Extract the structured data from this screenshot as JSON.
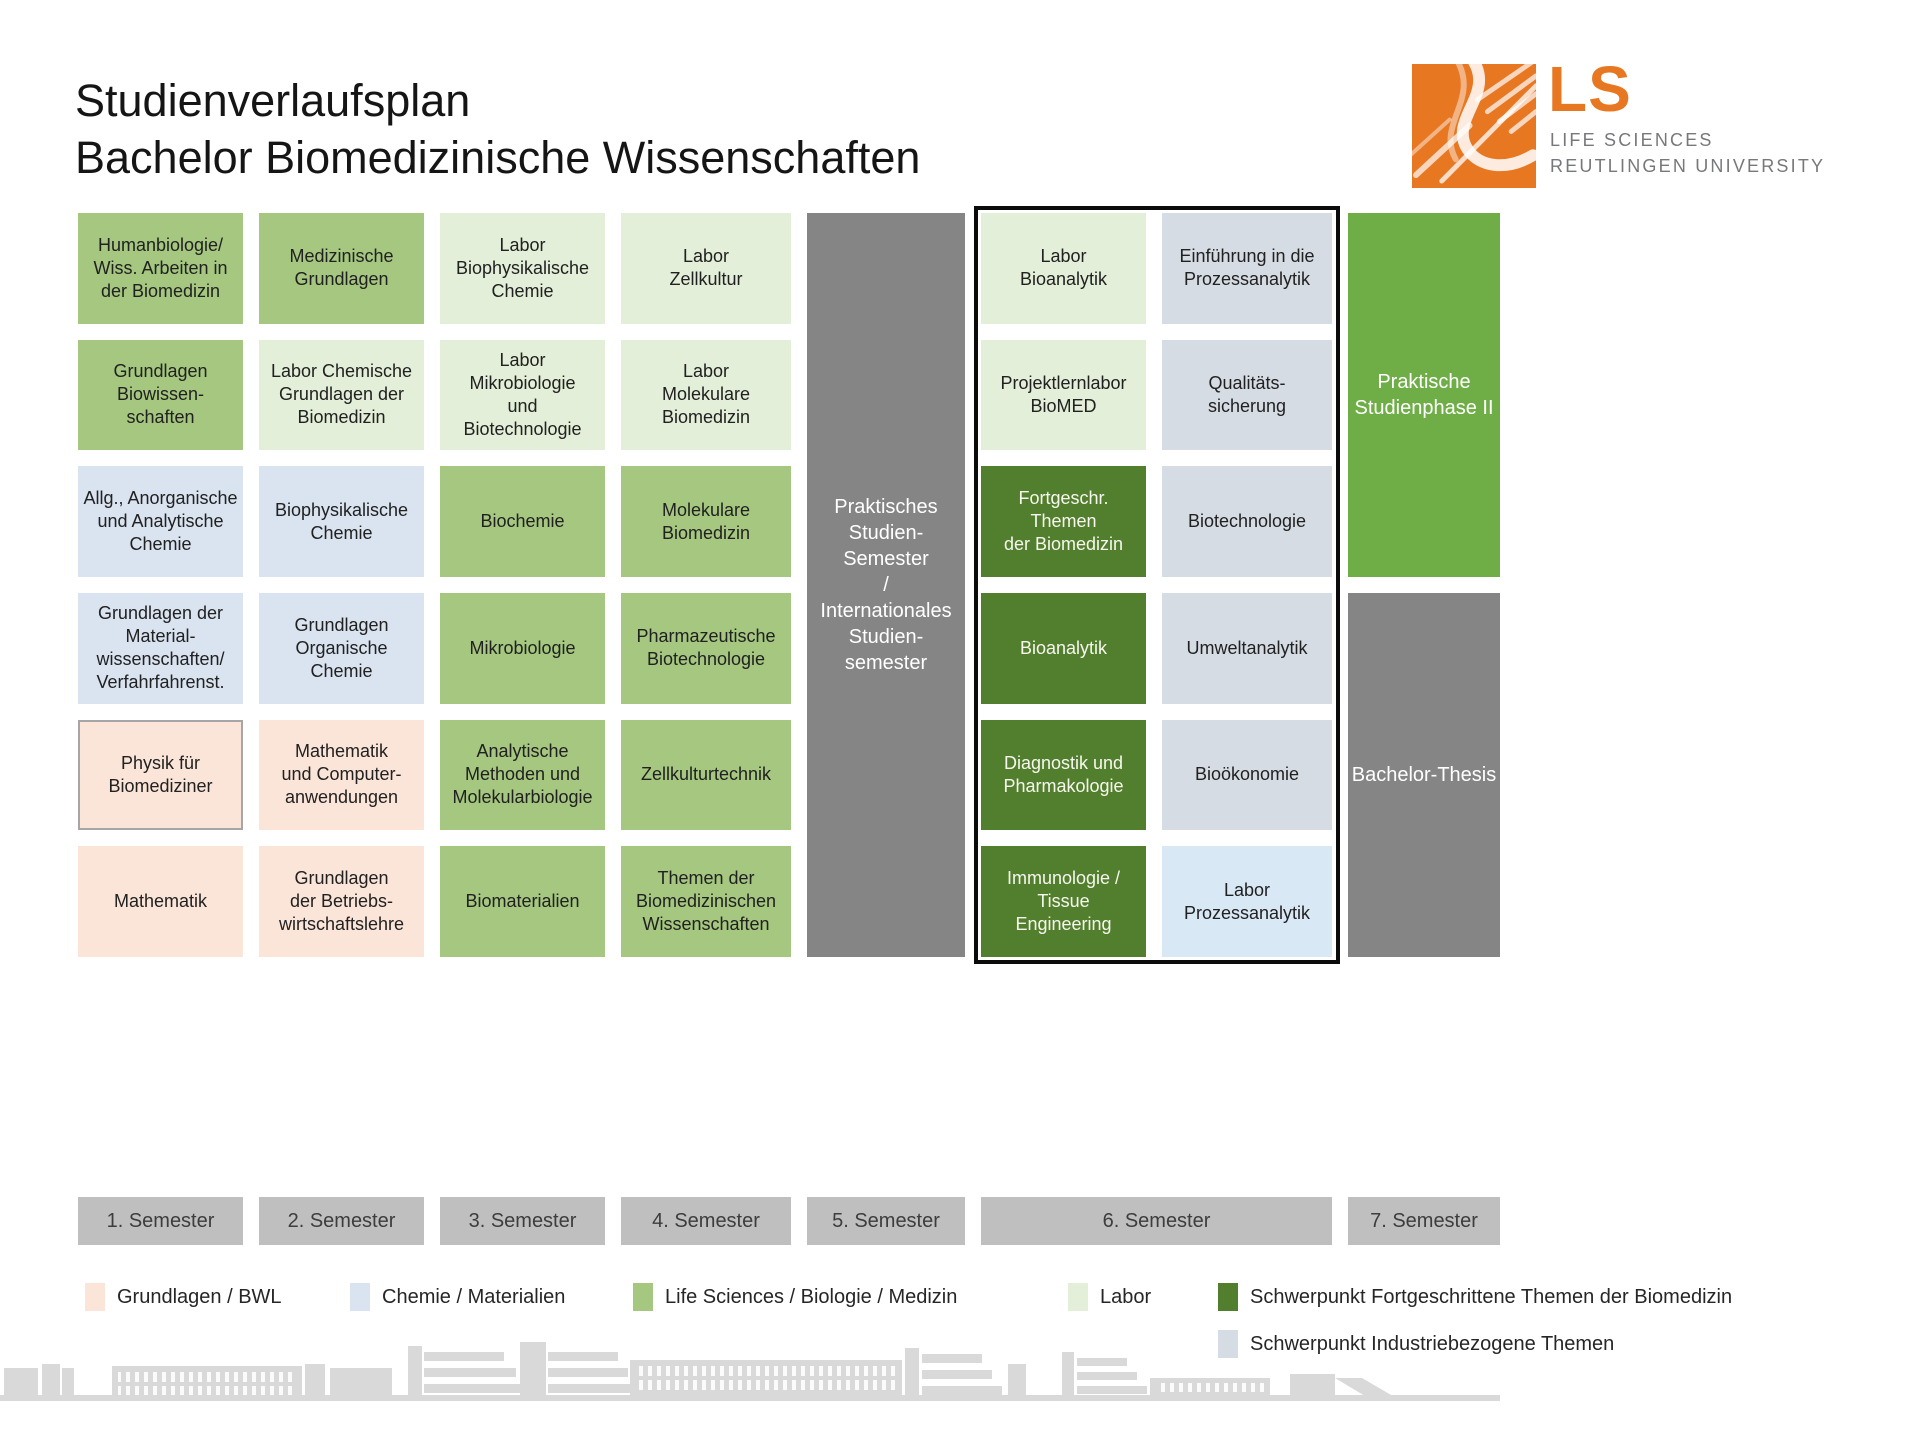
{
  "title": {
    "line1": "Studienverlaufsplan",
    "line2": "Bachelor Biomedizinische Wissenschaften"
  },
  "logo": {
    "abbr": "LS",
    "line1": "LIFE SCIENCES",
    "line2": "REUTLINGEN UNIVERSITY"
  },
  "palette": {
    "grundlagen_bwl": "#fbe5d8",
    "chemie_materialien": "#dae3f0",
    "life_sciences_gruen": "#a5c77f",
    "labor_hellgruen": "#e3efd8",
    "schwerpunkt_fortgeschrittene_dunkelgruen": "#527f2d",
    "schwerpunkt_industrie_graublau": "#d6dce4",
    "labor_prozessanalytik_hellblau": "#d9e8f5",
    "praxis_grau": "#858585",
    "praxisphase_gruen": "#6fae47",
    "semester_label_grau": "#bfbfbf",
    "logo_orange": "#e87722"
  },
  "grid": {
    "columns": [
      {
        "boxes": [
          {
            "label": "Humanbiologie/\nWiss. Arbeiten in\nder Biomedizin"
          },
          {
            "label": "Grundlagen\nBiowissen-\nschaften"
          },
          {
            "label": "Allg., Anorganische\nund Analytische\nChemie"
          },
          {
            "label": "Grundlagen der\nMaterial-\nwissenschaften/\nVerfahrfahrenst."
          },
          {
            "label": "Physik für\nBiomediziner"
          },
          {
            "label": "Mathematik"
          }
        ]
      },
      {
        "boxes": [
          {
            "label": "Medizinische\nGrundlagen"
          },
          {
            "label": "Labor Chemische\nGrundlagen der\nBiomedizin"
          },
          {
            "label": "Biophysikalische\nChemie"
          },
          {
            "label": "Grundlagen\nOrganische\nChemie"
          },
          {
            "label": "Mathematik\nund Computer-\nanwendungen"
          },
          {
            "label": "Grundlagen\nder Betriebs-\nwirtschaftslehre"
          }
        ]
      },
      {
        "boxes": [
          {
            "label": "Labor\nBiophysikalische\nChemie"
          },
          {
            "label": "Labor\nMikrobiologie\nund\nBiotechnologie"
          },
          {
            "label": "Biochemie"
          },
          {
            "label": "Mikrobiologie"
          },
          {
            "label": "Analytische\nMethoden und\nMolekularbiologie"
          },
          {
            "label": "Biomaterialien"
          }
        ]
      },
      {
        "boxes": [
          {
            "label": "Labor\nZellkultur"
          },
          {
            "label": "Labor\nMolekulare\nBiomedizin"
          },
          {
            "label": "Molekulare\nBiomedizin"
          },
          {
            "label": "Pharmazeutische\nBiotechnologie"
          },
          {
            "label": "Zellkulturtechnik"
          },
          {
            "label": "Themen der\nBiomedizinischen\nWissenschaften"
          }
        ]
      },
      {
        "boxes": [
          {
            "label": "Praktisches\nStudien-\nSemester\n/\nInternationales\nStudien-\nsemester"
          }
        ]
      },
      {
        "boxes": [
          {
            "label": "Labor\nBioanalytik"
          },
          {
            "label": "Projektlernlabor\nBioMED"
          },
          {
            "label": "Fortgeschr. Themen\nder  Biomedizin"
          },
          {
            "label": "Bioanalytik"
          },
          {
            "label": "Diagnostik und\nPharmakologie"
          },
          {
            "label": "Immunologie /\nTissue\nEngineering"
          }
        ]
      },
      {
        "boxes": [
          {
            "label": "Einführung in die\nProzessanalytik"
          },
          {
            "label": "Qualitäts-\nsicherung"
          },
          {
            "label": "Biotechnologie"
          },
          {
            "label": "Umweltanalytik"
          },
          {
            "label": "Bioökonomie"
          },
          {
            "label": "Labor\nProzessanalytik"
          }
        ]
      },
      {
        "boxes": [
          {
            "label": "Praktische\nStudienphase II"
          },
          {
            "label": "Bachelor-Thesis"
          }
        ]
      }
    ]
  },
  "semester_labels": [
    "1. Semester",
    "2. Semester",
    "3. Semester",
    "4. Semester",
    "5. Semester",
    "6. Semester",
    "7. Semester"
  ],
  "legend": {
    "items": [
      {
        "label": "Grundlagen / BWL"
      },
      {
        "label": "Chemie / Materialien"
      },
      {
        "label": "Life Sciences / Biologie / Medizin"
      },
      {
        "label": "Labor"
      },
      {
        "label": "Schwerpunkt Fortgeschrittene Themen der Biomedizin"
      },
      {
        "label": "Schwerpunkt Industriebezogene Themen"
      }
    ]
  }
}
